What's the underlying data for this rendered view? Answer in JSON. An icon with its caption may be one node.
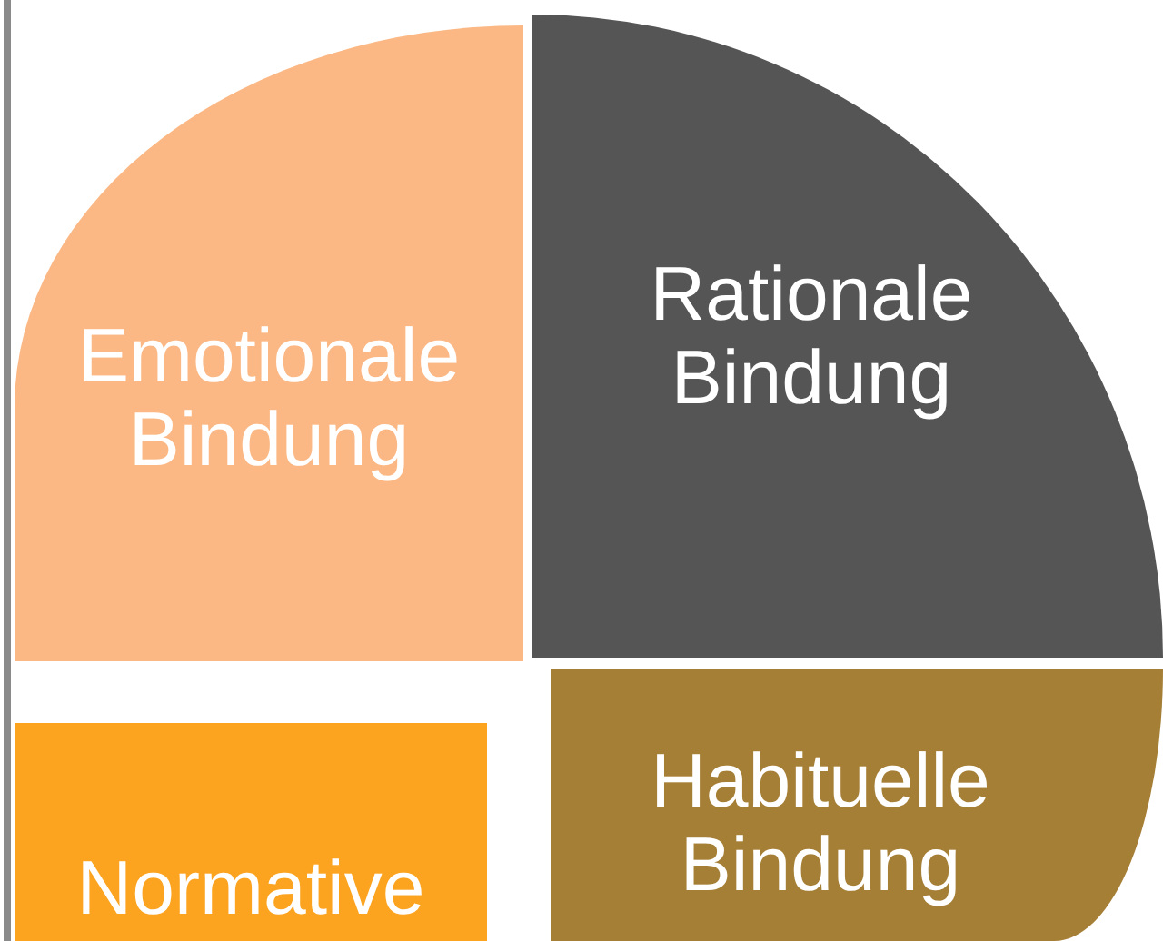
{
  "diagram": {
    "nodes": [
      {
        "text": [
          "Emotionale Bindung"
        ]
      },
      {
        "text": [
          "Rationale Bindung"
        ]
      },
      {
        "text": [
          "Normative"
        ]
      },
      {
        "text": [
          "Habituelle Bindung"
        ]
      }
    ]
  }
}
